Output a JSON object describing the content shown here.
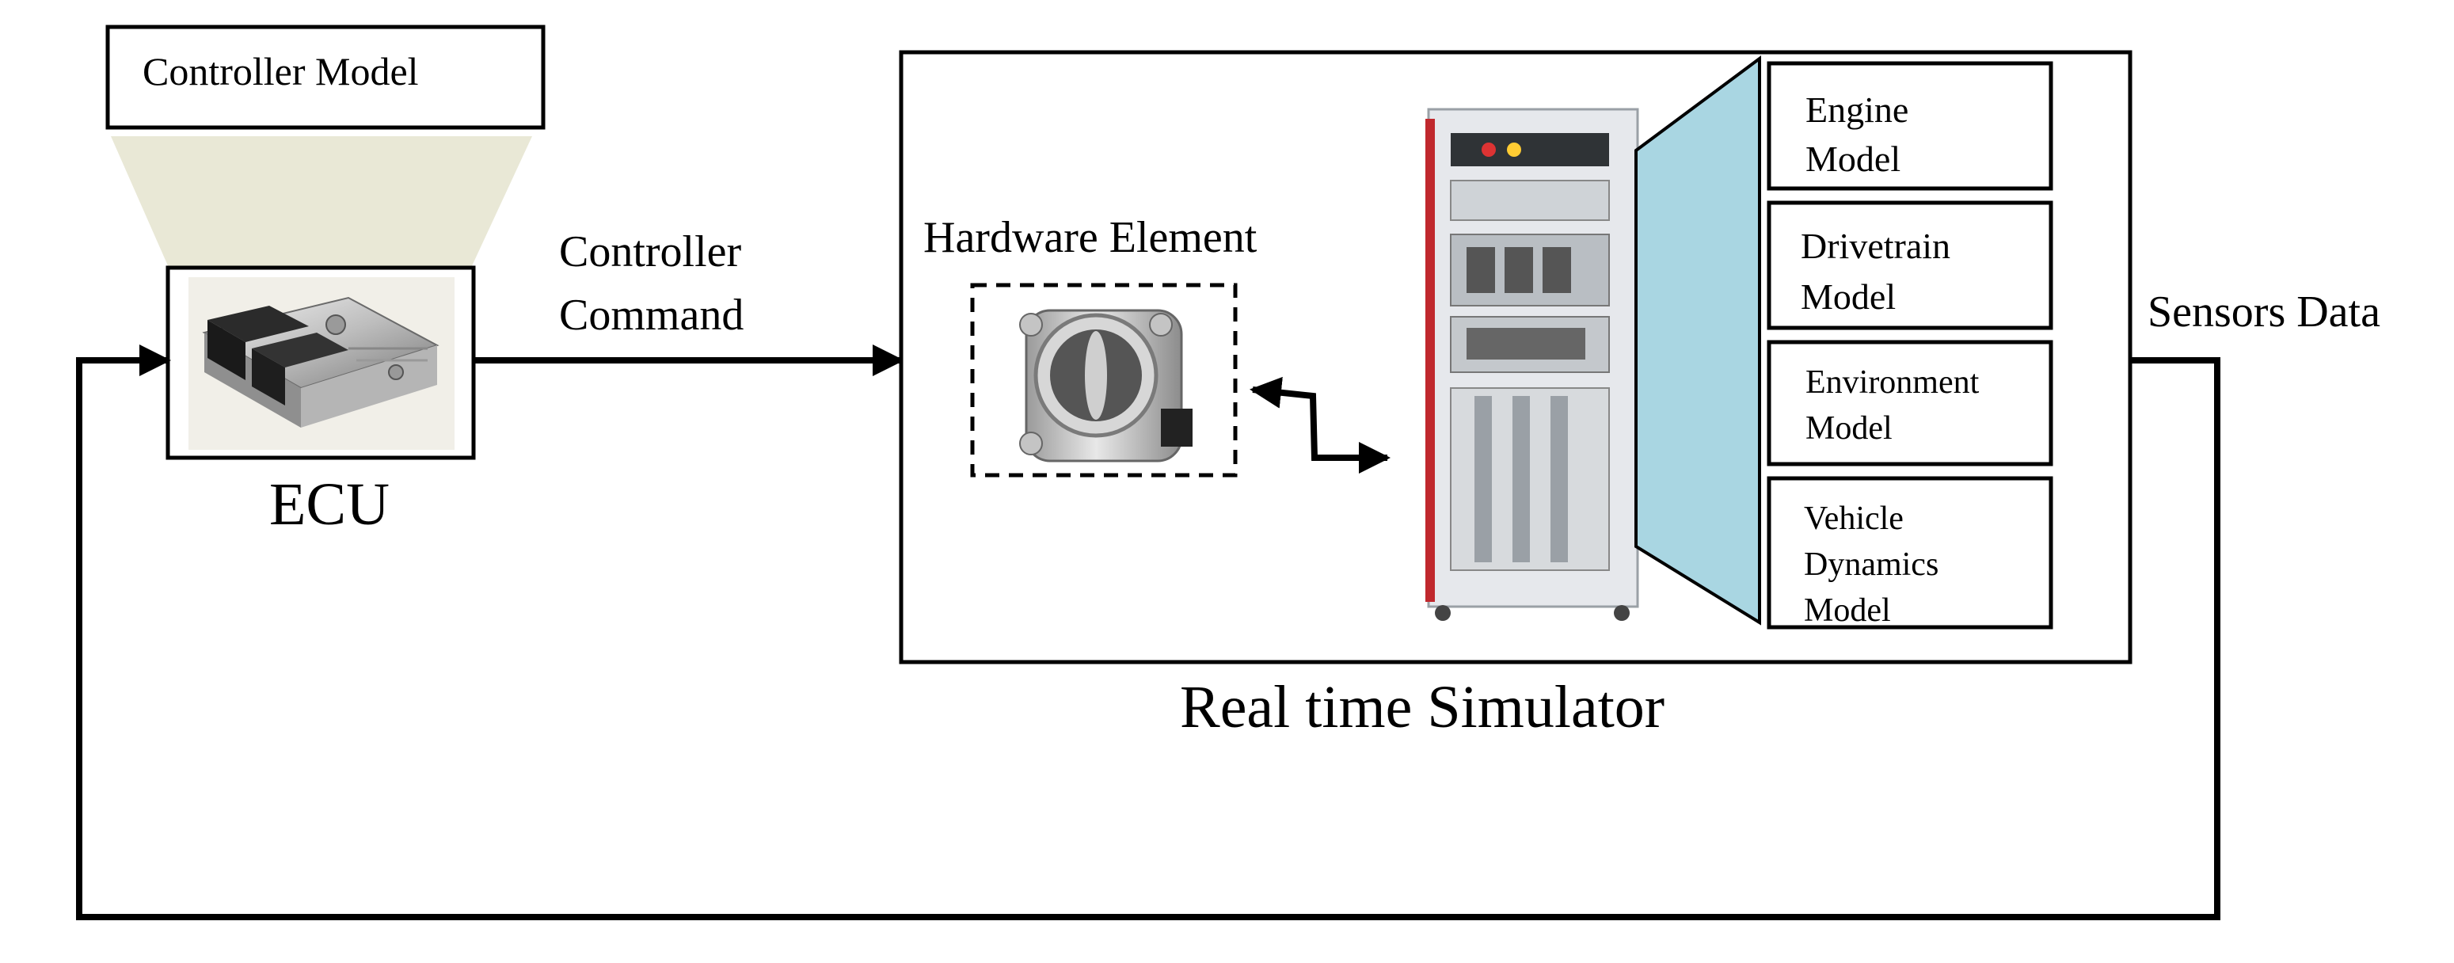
{
  "labels": {
    "controller_model": "Controller Model",
    "ecu": "ECU",
    "controller_command": [
      "Controller",
      "Command"
    ],
    "hardware_element": "Hardware Element",
    "sensors_data": "Sensors Data",
    "real_time_simulator": "Real time Simulator"
  },
  "models": [
    {
      "lines": [
        "Engine",
        "Model"
      ]
    },
    {
      "lines": [
        "Drivetrain",
        "Model"
      ]
    },
    {
      "lines": [
        "Environment",
        "Model"
      ]
    },
    {
      "lines": [
        "Vehicle",
        "Dynamics",
        "Model"
      ]
    }
  ],
  "colors": {
    "line": "#000000",
    "funnel": "#e9e8d6",
    "panel": "#a9d6e2",
    "rack_frame": "#e6e8ec",
    "rack_accent": "#c0282d"
  }
}
